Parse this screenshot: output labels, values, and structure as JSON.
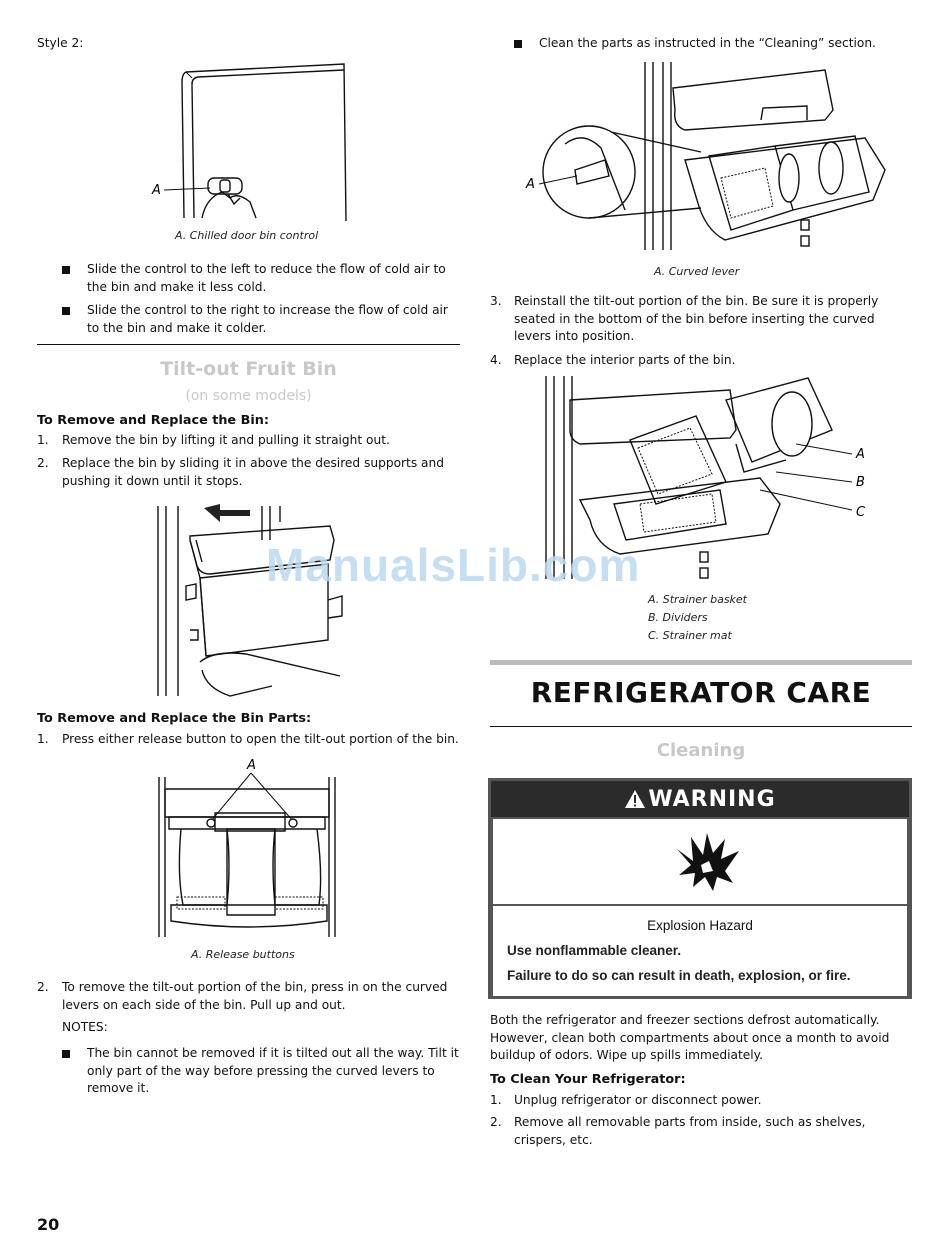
{
  "left": {
    "style_label": "Style 2:",
    "fig1_label": "A",
    "fig1_caption": "A. Chilled door bin control",
    "bullets1": [
      "Slide the control to the left to reduce the flow of cold air to the bin and make it less cold.",
      "Slide the control to the right to increase the flow of cold air to the bin and make it colder."
    ],
    "section_title": "Tilt-out Fruit Bin",
    "section_subtitle": "(on some models)",
    "remove_bin_heading": "To Remove and Replace the Bin:",
    "remove_bin_steps": [
      {
        "num": "1.",
        "text": "Remove the bin by lifting it and pulling it straight out."
      },
      {
        "num": "2.",
        "text": "Replace the bin by sliding it in above the desired supports and pushing it down until it stops."
      }
    ],
    "remove_parts_heading": "To Remove and Replace the Bin Parts:",
    "parts_step1": {
      "num": "1.",
      "text": "Press either release button to open the tilt-out portion of the bin."
    },
    "fig3_label": "A",
    "fig3_caption": "A. Release buttons",
    "parts_step2": {
      "num": "2.",
      "text": "To remove the tilt-out portion of the bin, press in on the curved levers on each side of the bin. Pull up and out."
    },
    "notes_label": "NOTES:",
    "notes_bullet": "The bin cannot be removed if it is tilted out all the way. Tilt it only part of the way before pressing the curved levers to remove it."
  },
  "right": {
    "bullet_clean": "Clean the parts as instructed in the “Cleaning” section.",
    "fig4_label": "A",
    "fig4_caption": "A. Curved lever",
    "steps": [
      {
        "num": "3.",
        "text": "Reinstall the tilt-out portion of the bin. Be sure it is properly seated in the bottom of the bin before inserting the curved levers into position."
      },
      {
        "num": "4.",
        "text": "Replace the interior parts of the bin."
      }
    ],
    "fig5_labels": [
      "A",
      "B",
      "C"
    ],
    "fig5_captions": [
      "A. Strainer basket",
      "B. Dividers",
      "C. Strainer mat"
    ],
    "care_title": "REFRIGERATOR CARE",
    "cleaning_title": "Cleaning",
    "warning": {
      "title": "WARNING",
      "hazard": "Explosion Hazard",
      "line1": "Use nonflammable cleaner.",
      "line2": "Failure to do so can result in death, explosion, or fire."
    },
    "paragraph": "Both the refrigerator and freezer sections defrost automatically. However, clean both compartments about once a month to avoid buildup of odors. Wipe up spills immediately.",
    "clean_heading": "To Clean Your Refrigerator:",
    "clean_steps": [
      {
        "num": "1.",
        "text": "Unplug refrigerator or disconnect power."
      },
      {
        "num": "2.",
        "text": "Remove all removable parts from inside, such as shelves, crispers, etc."
      }
    ]
  },
  "page_number": "20",
  "watermark": "ManualsLib.com",
  "colors": {
    "warning_bg": "#2b2b2b",
    "rule": "#111111",
    "heading_gray": "#c8c8c8",
    "watermark": "#bcd9f0"
  }
}
